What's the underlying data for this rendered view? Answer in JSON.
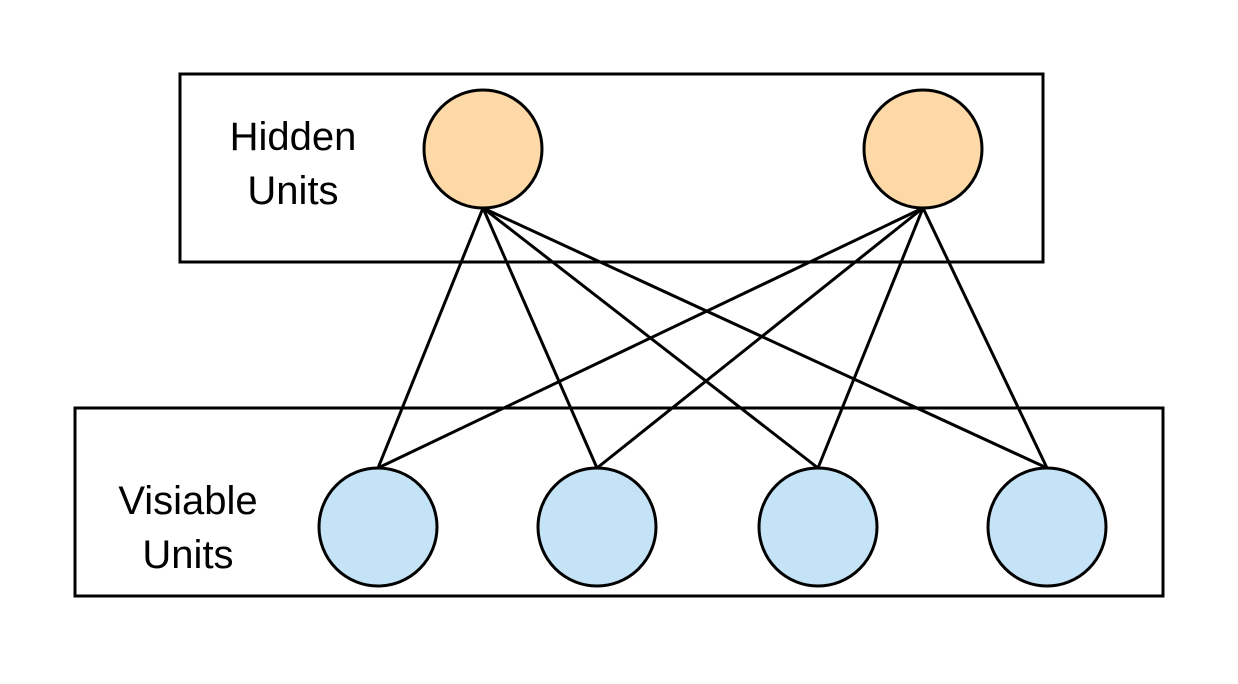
{
  "hidden_layer": {
    "label_line1": "Hidden",
    "label_line2": "Units",
    "node_count": 2,
    "node_color": "#fdd9a8"
  },
  "visible_layer": {
    "label_line1": "Visiable",
    "label_line2": "Units",
    "node_count": 4,
    "node_color": "#c5e3f6"
  },
  "connectivity": "fully-connected"
}
